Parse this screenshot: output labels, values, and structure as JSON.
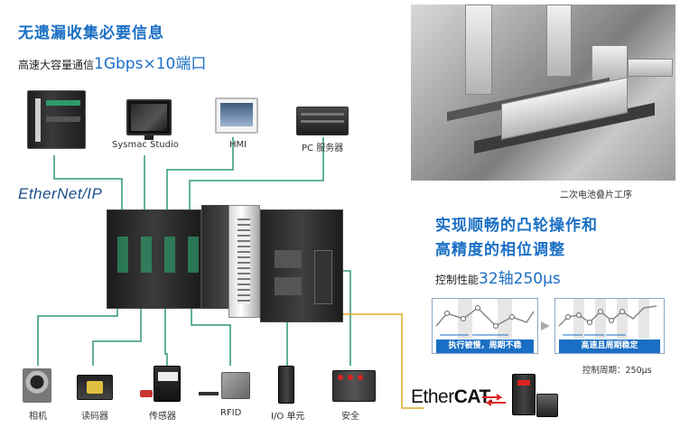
{
  "headline": "无遗漏收集必要信息",
  "subhead": {
    "prefix": "高速大容量通信",
    "value": "1Gbps×10端口"
  },
  "protocol_logo": "EtherNet/IP",
  "top_devices": [
    {
      "label": "Sysmac Studio",
      "icon": "monitor-icon"
    },
    {
      "label": "HMI",
      "icon": "hmi-panel-icon"
    },
    {
      "label": "PC 服务器",
      "icon": "server-icon"
    }
  ],
  "bottom_devices": [
    {
      "label": "相机",
      "icon": "camera-icon"
    },
    {
      "label": "读码器",
      "icon": "code-reader-icon"
    },
    {
      "label": "传感器",
      "icon": "sensor-icon"
    },
    {
      "label": "RFID",
      "icon": "rfid-icon"
    },
    {
      "label": "I/O 单元",
      "icon": "io-unit-icon"
    },
    {
      "label": "安全",
      "icon": "safety-controller-icon"
    }
  ],
  "photo_caption": "二次电池叠片工序",
  "right_headline": {
    "line1": "实现顺畅的凸轮操作和",
    "line2": "高精度的相位调整"
  },
  "control_performance": {
    "prefix": "控制性能",
    "value": "32轴250μs"
  },
  "chart_left_caption": "执行被慢，周期不稳",
  "chart_right_caption": "高速且周期稳定",
  "control_period": "控制周期：250μs",
  "ethercat_logo": {
    "ether": "Ether",
    "cat": "CAT."
  },
  "colors": {
    "accent": "#1a6fc4",
    "line_green": "#2e9a6b",
    "line_gold": "#e0a82a"
  }
}
